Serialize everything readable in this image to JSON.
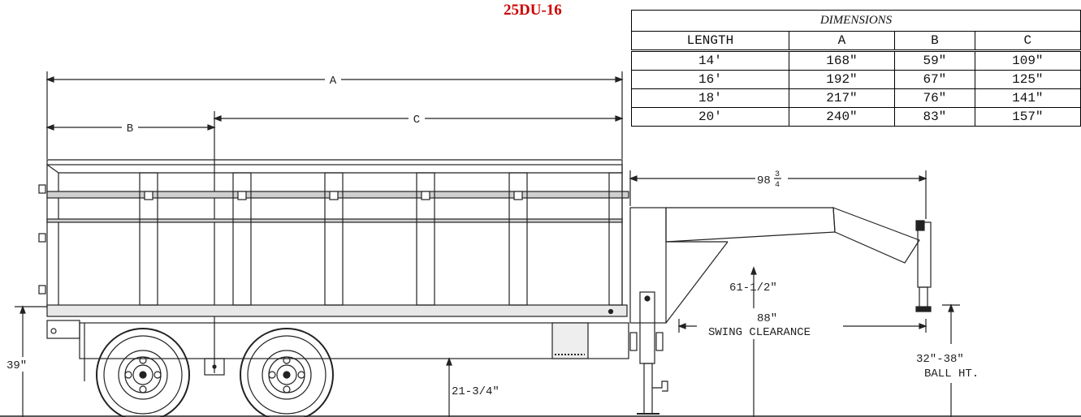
{
  "model": "25DU-16",
  "table": {
    "caption": "DIMENSIONS",
    "headers": [
      "LENGTH",
      "A",
      "B",
      "C"
    ],
    "rows": [
      [
        "14'",
        "168\"",
        "59\"",
        "109\""
      ],
      [
        "16'",
        "192\"",
        "67\"",
        "125\""
      ],
      [
        "18'",
        "217\"",
        "76\"",
        "141\""
      ],
      [
        "20'",
        "240\"",
        "83\"",
        "157\""
      ]
    ]
  },
  "labels": {
    "a": "A",
    "b": "B",
    "c": "C",
    "gooseneck_whole": "98",
    "gooseneck_num": "3",
    "gooseneck_den": "4",
    "height_615": "61-1/2\"",
    "height_88": "88\"",
    "swing_clearance": "SWING CLEARANCE",
    "deck_height": "39\"",
    "frame_height": "21-3/4\"",
    "ball_height": "32\"-38\"",
    "ball_ht": "BALL HT."
  }
}
